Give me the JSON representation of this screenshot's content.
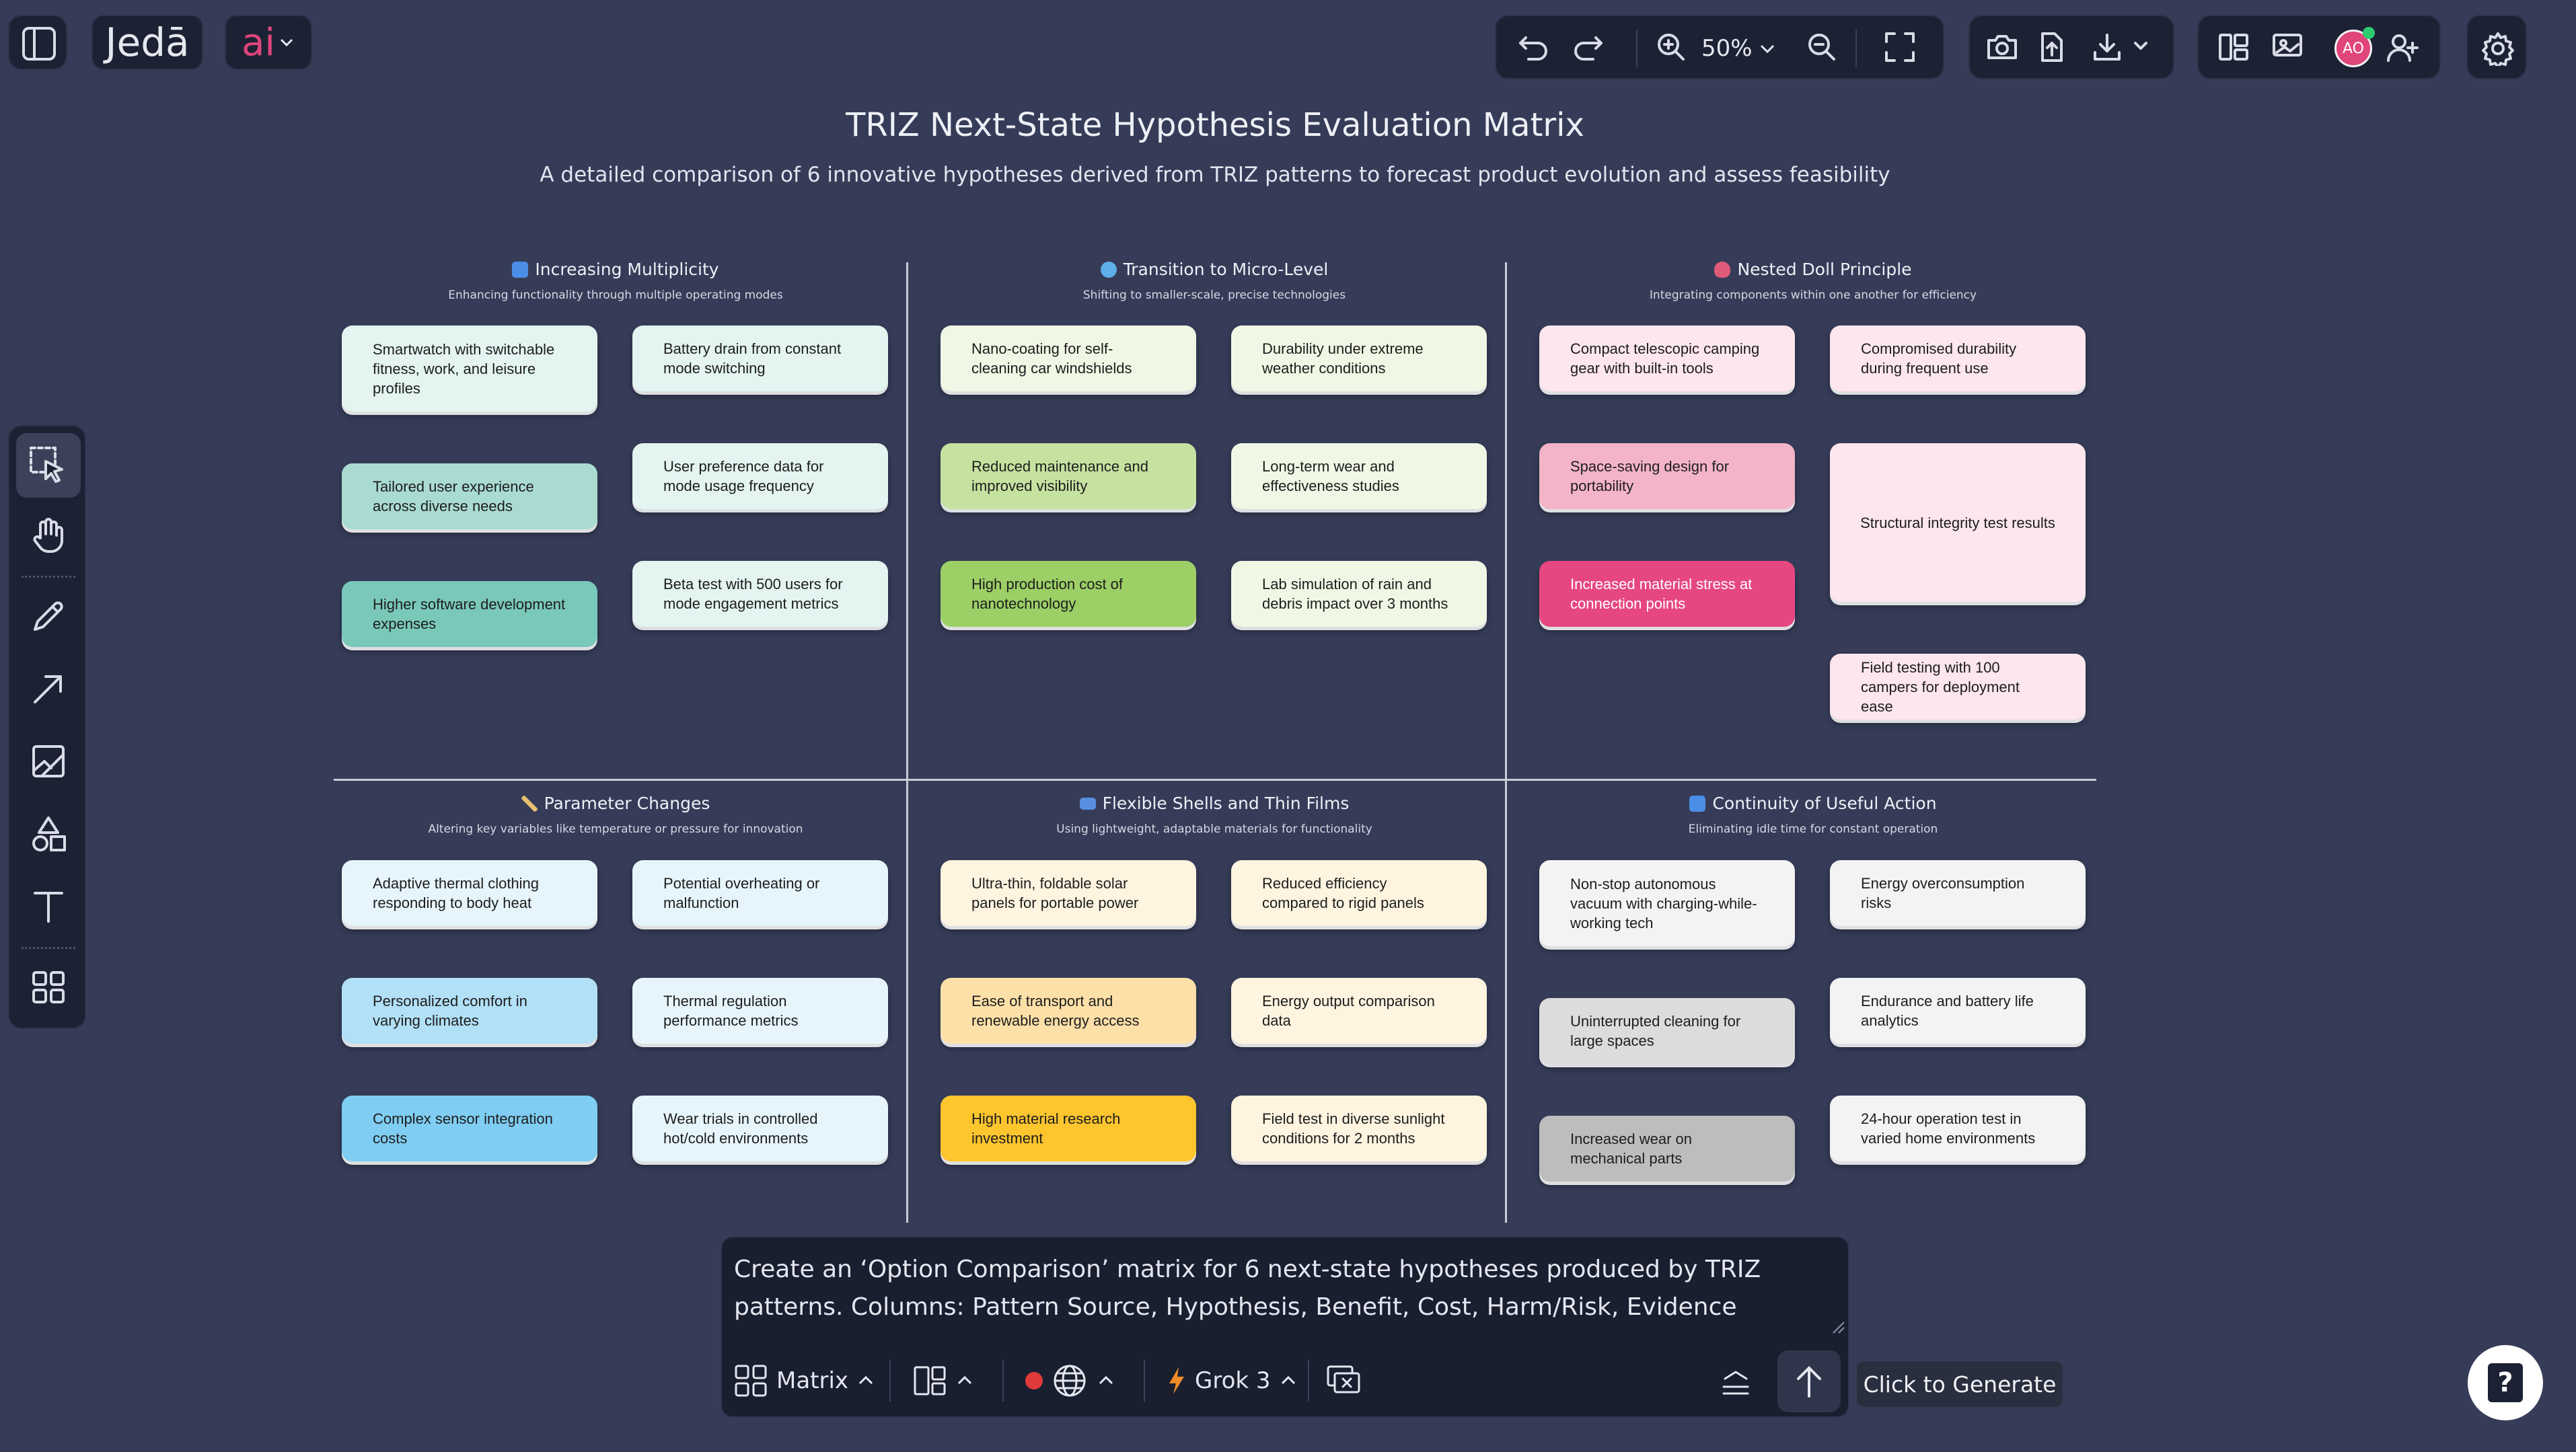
{
  "app": {
    "logo": "Jedā",
    "ai_label": "ai"
  },
  "toolbar": {
    "zoom": "50%",
    "avatar_initials": "AO"
  },
  "matrix": {
    "title": "TRIZ Next-State Hypothesis Evaluation Matrix",
    "subtitle": "A detailed comparison of 6 innovative hypotheses derived from TRIZ patterns to forecast product evolution and assess feasibility",
    "quadrants": [
      {
        "name": "Increasing Multiplicity",
        "desc": "Enhancing functionality through multiple operating modes",
        "icon": "multiplicity-icon",
        "left": [
          "Smartwatch with switchable fitness, work, and leisure profiles",
          "Tailored user experience across diverse needs",
          "Higher software development expenses"
        ],
        "right": [
          "Battery drain from constant mode switching",
          "User preference data for mode usage frequency",
          "Beta test with 500 users for mode engagement metrics"
        ]
      },
      {
        "name": "Transition to Micro-Level",
        "desc": "Shifting to smaller-scale, precise technologies",
        "icon": "micro-level-icon",
        "left": [
          "Nano-coating for self-cleaning car windshields",
          "Reduced maintenance and improved visibility",
          "High production cost of nanotechnology"
        ],
        "right": [
          "Durability under extreme weather conditions",
          "Long-term wear and effectiveness studies",
          "Lab simulation of rain and debris impact over 3 months"
        ]
      },
      {
        "name": "Nested Doll Principle",
        "desc": "Integrating components within one another for efficiency",
        "icon": "nested-doll-icon",
        "left": [
          "Compact telescopic camping gear with built-in tools",
          "Space-saving design for portability",
          "Increased material stress at connection points"
        ],
        "right": [
          "Compromised durability during frequent use",
          "Structural integrity test results",
          "Field testing with 100 campers for deployment ease"
        ]
      },
      {
        "name": "Parameter Changes",
        "desc": "Altering key variables like temperature or pressure for innovation",
        "icon": "ruler-icon",
        "left": [
          "Adaptive thermal clothing responding to body heat",
          "Personalized comfort in varying climates",
          "Complex sensor integration costs"
        ],
        "right": [
          "Potential overheating or malfunction",
          "Thermal regulation performance metrics",
          "Wear trials in controlled hot/cold environments"
        ]
      },
      {
        "name": "Flexible Shells and Thin Films",
        "desc": "Using lightweight, adaptable materials for functionality",
        "icon": "film-icon",
        "left": [
          "Ultra-thin, foldable solar panels for portable power",
          "Ease of transport and renewable energy access",
          "High material research investment"
        ],
        "right": [
          "Reduced efficiency compared to rigid panels",
          "Energy output comparison data",
          "Field test in diverse sunlight conditions for 2 months"
        ]
      },
      {
        "name": "Continuity of Useful Action",
        "desc": "Eliminating idle time for constant operation",
        "icon": "loop-icon",
        "left": [
          "Non-stop autonomous vacuum with charging-while-working tech",
          "Uninterrupted cleaning for large spaces",
          "Increased wear on mechanical parts"
        ],
        "right": [
          "Energy overconsumption risks",
          "Endurance and battery life analytics",
          "24-hour operation test in varied home environments"
        ]
      }
    ]
  },
  "prompt": {
    "text": "Create an ‘Option Comparison’ matrix for 6 next-state hypotheses produced by TRIZ patterns. Columns: Pattern Source, Hypothesis, Benefit, Cost, Harm/Risk, Evidence Needed, Experiment,",
    "mode_label": "Matrix",
    "model_label": "Grok 3",
    "generate_tooltip": "Click to Generate"
  },
  "colors": {
    "canvas_bg": "#363c58",
    "panel_bg": "#1c2234",
    "ai_accent": "#e0457b",
    "record_dot": "#e03a3a",
    "model_bolt": "#f08a24",
    "avatar_bg": "#e0457b"
  }
}
